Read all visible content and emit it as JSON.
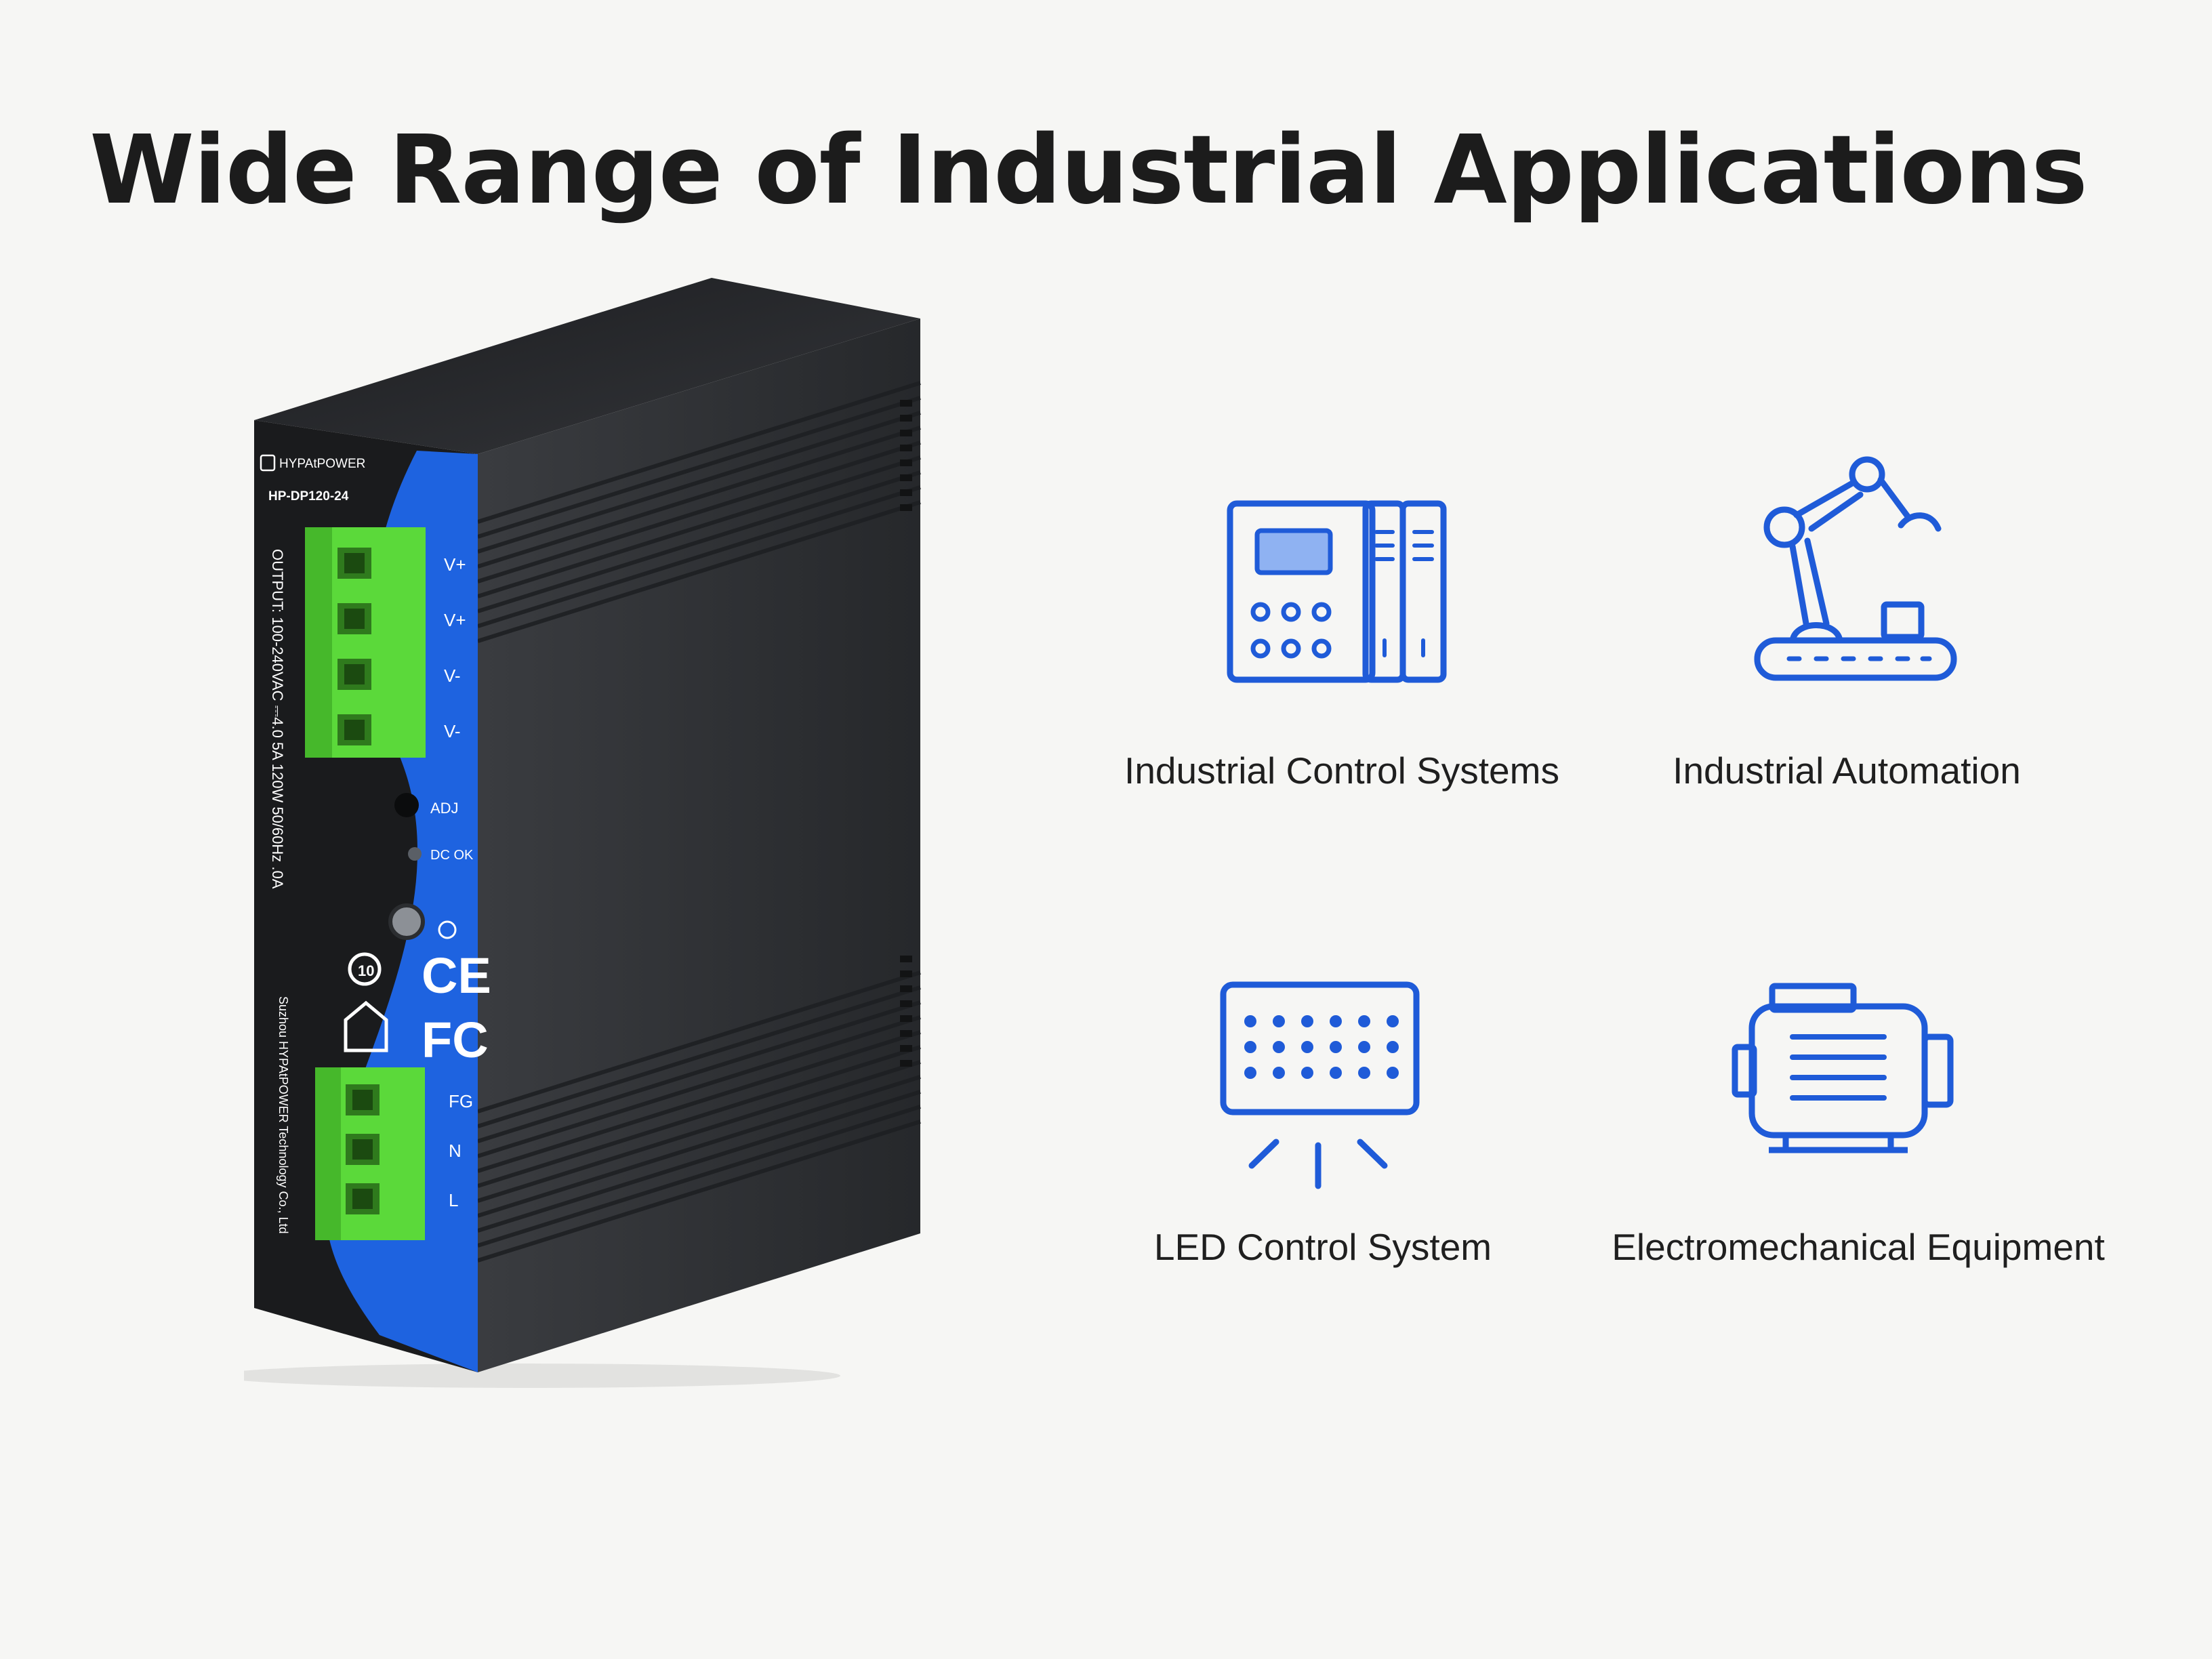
{
  "title": "Wide Range of Industrial Applications",
  "product": {
    "brand": "HYPAtPOWER",
    "model": "HP-DP120-24",
    "output_spec": "OUTPUT: 100-240VAC ⎓4.0 5A 120W 50/60Hz .0A",
    "manufacturer": "Suzhou HYPAtPOWER Technology Co., Ltd",
    "terminals_top": [
      "V+",
      "V+",
      "V-",
      "V-"
    ],
    "adj_label": "ADJ",
    "dc_ok_label": "DC OK",
    "cert_marks": [
      "CE",
      "FC"
    ],
    "terminals_bottom": [
      "FG",
      "N",
      "L"
    ],
    "colors": {
      "housing": "#2b2d30",
      "panel_blue": "#1e63e0",
      "terminal_green": "#55d332"
    }
  },
  "applications": [
    {
      "label": "Industrial Control Systems",
      "icon": "control-cabinet-icon"
    },
    {
      "label": "Industrial Automation",
      "icon": "robot-arm-icon"
    },
    {
      "label": "LED Control System",
      "icon": "led-panel-icon"
    },
    {
      "label": "Electromechanical Equipment",
      "icon": "electric-motor-icon"
    }
  ],
  "accent_color": "#1f5bd8"
}
